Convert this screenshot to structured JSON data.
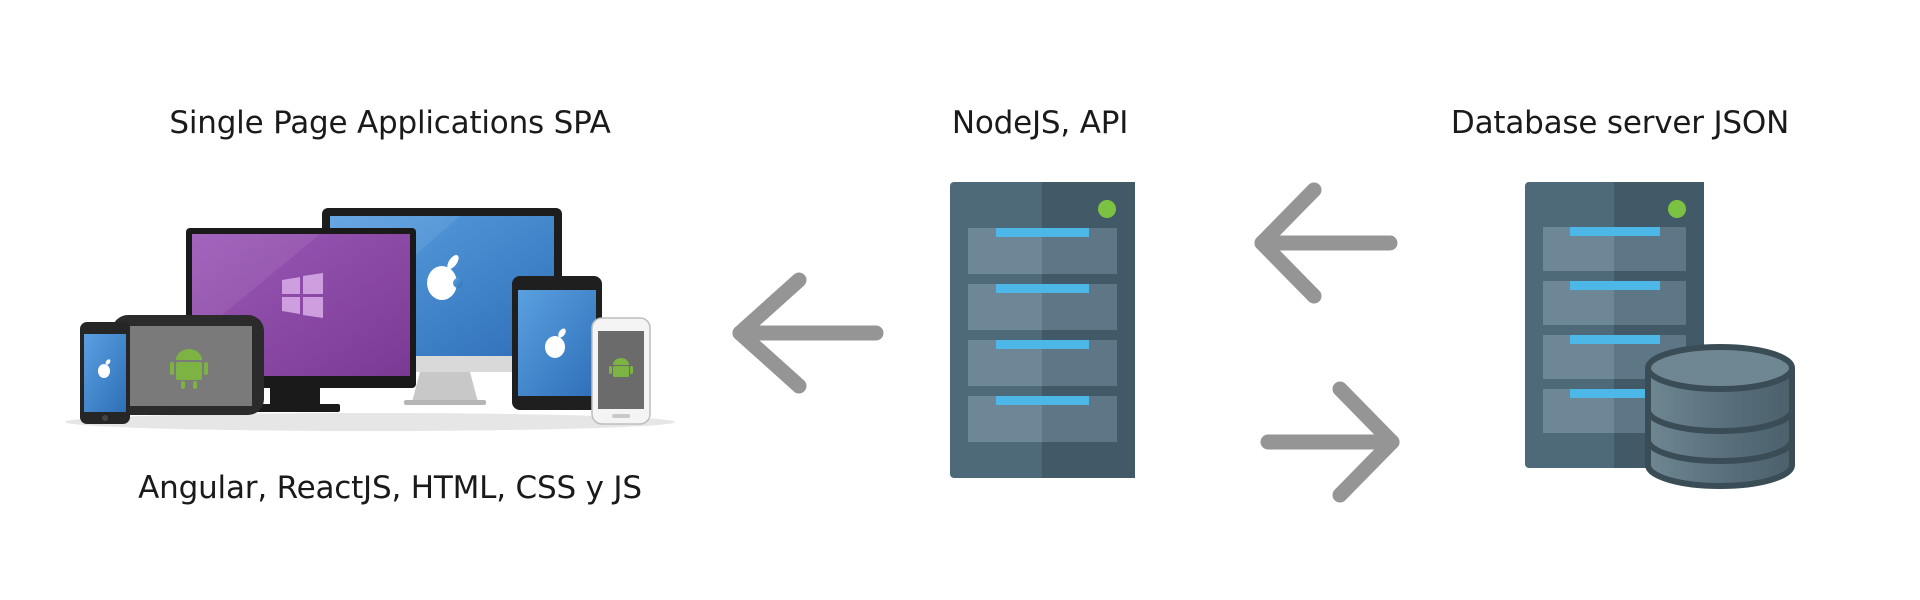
{
  "diagram": {
    "spa": {
      "title": "Single Page Applications SPA",
      "technologies": "Angular, ReactJS, HTML, CSS y JS"
    },
    "api": {
      "title": "NodeJS, API"
    },
    "database": {
      "title": "Database server JSON"
    },
    "colors": {
      "arrow": "#959595",
      "server_body": "#4e6a79",
      "server_dark": "#425a67",
      "drive_bay": "#6d8796",
      "drive_light": "#4db8e8",
      "status_led": "#7cc242",
      "windows_purple": "#8e4aa6",
      "apple_blue": "#3f86d0",
      "android_green": "#7cb342",
      "db_cylinder": "#5f7784"
    },
    "icons": {
      "spa": "multi-device-icon",
      "api": "server-icon",
      "database": "database-server-icon"
    }
  }
}
